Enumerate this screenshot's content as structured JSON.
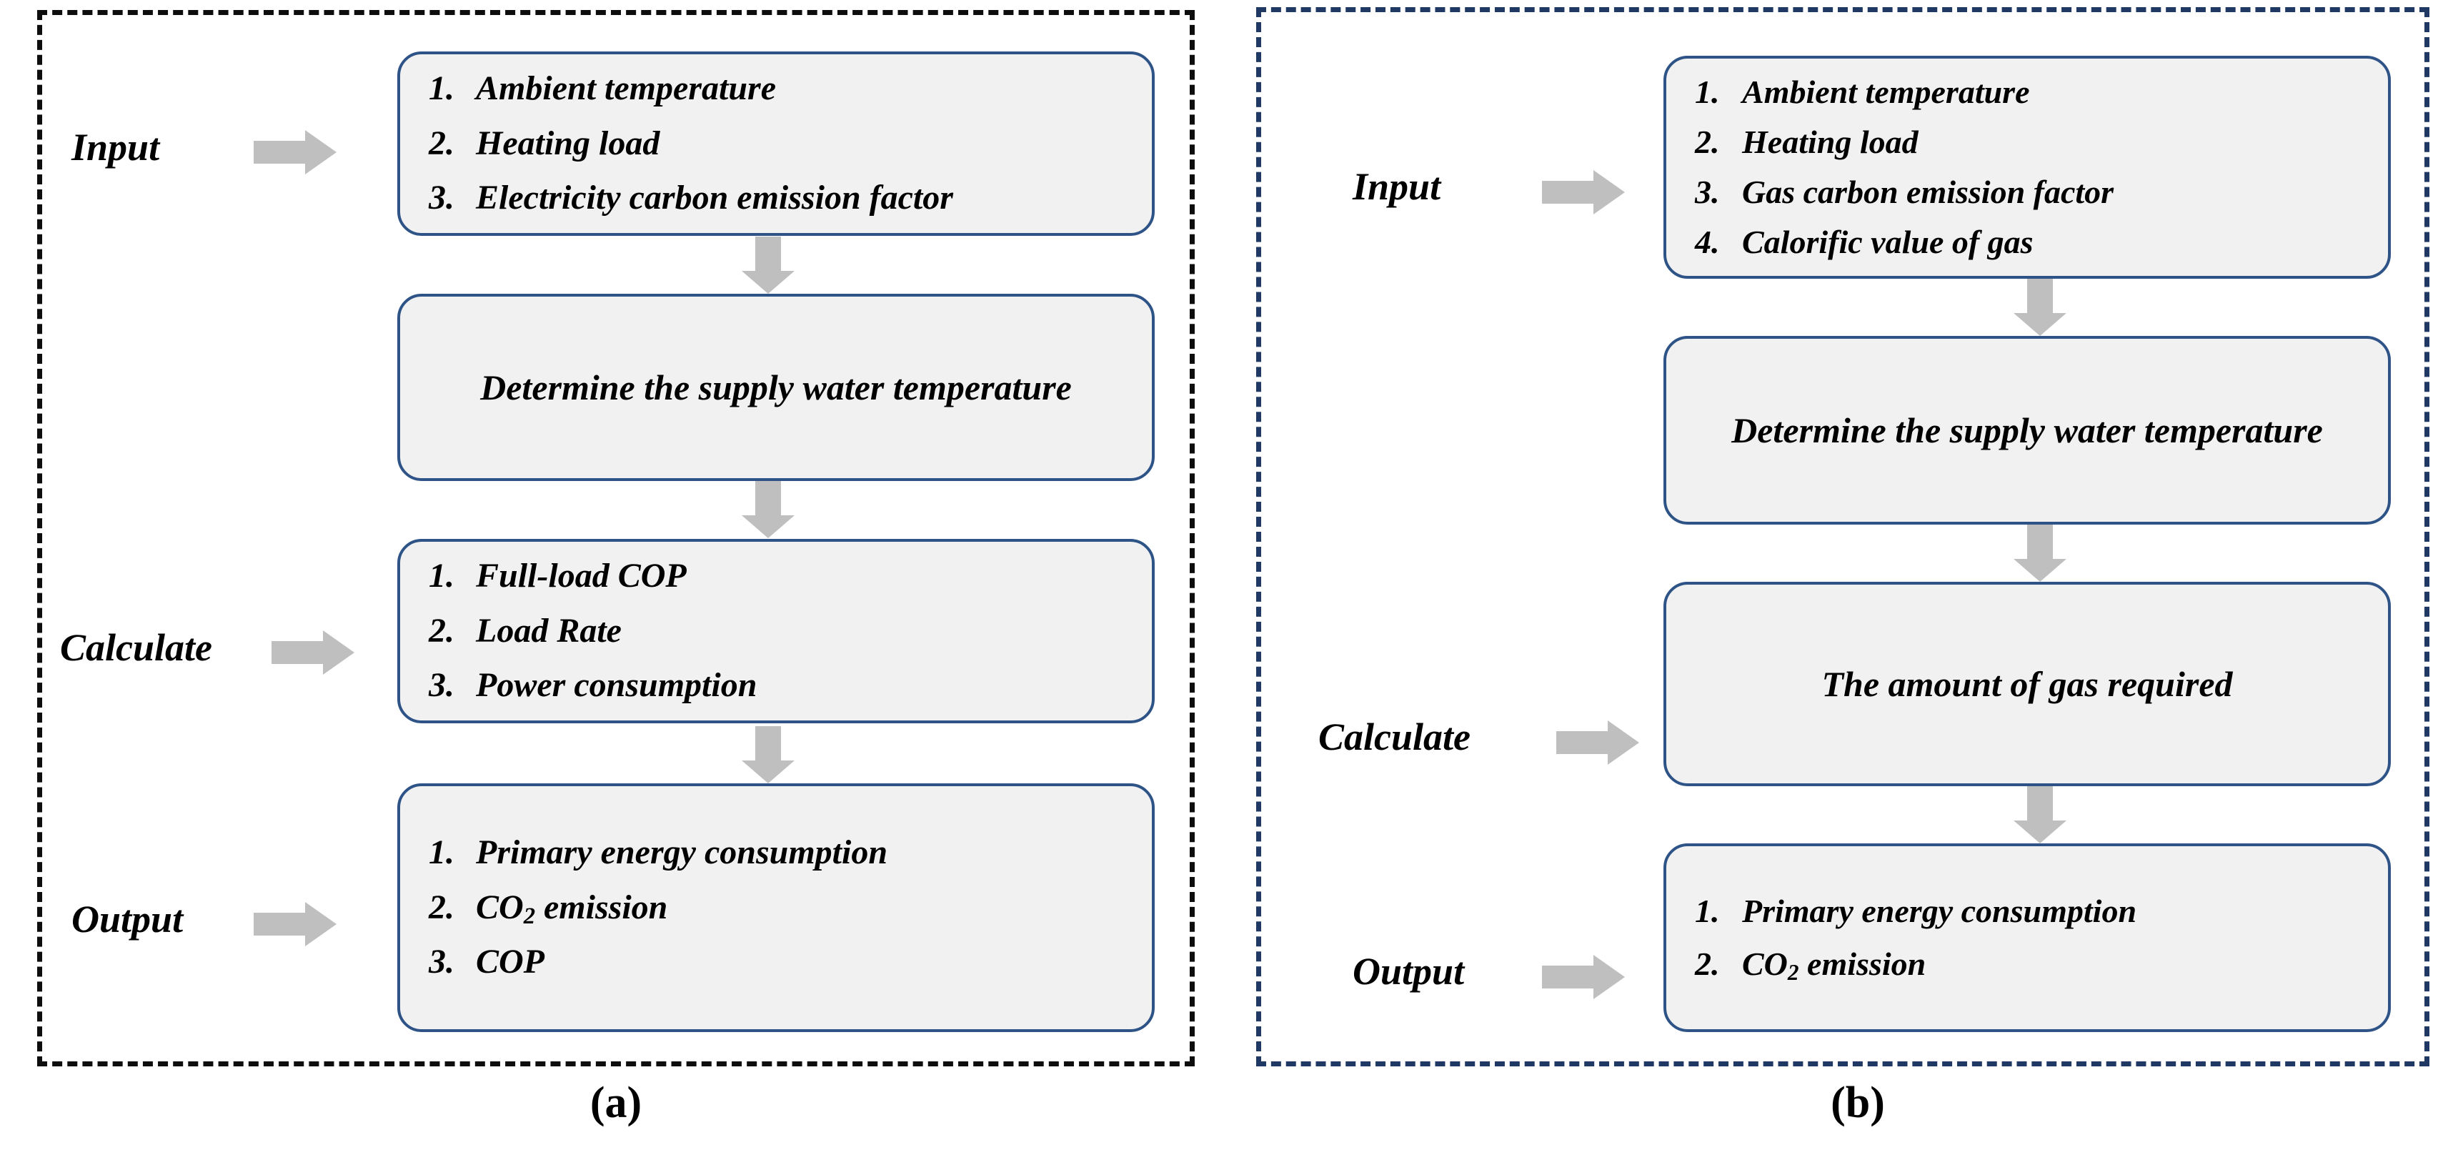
{
  "figure": {
    "background_color": "#ffffff",
    "box_fill_color": "#f1f1f1",
    "box_border_color": "#2e5387",
    "arrow_color": "#bfbfbf",
    "panel_a_border_color": "#0d0d0d",
    "panel_b_border_color": "#1f3864"
  },
  "panels": [
    {
      "id": "a",
      "caption": "(a)",
      "stages": [
        {
          "label": "Input"
        },
        {
          "label": "Calculate"
        },
        {
          "label": "Output"
        }
      ],
      "boxes": [
        {
          "kind": "list",
          "items": [
            {
              "num": "1.",
              "text": "Ambient temperature"
            },
            {
              "num": "2.",
              "text": "Heating load"
            },
            {
              "num": "3.",
              "text": "Electricity carbon emission factor"
            }
          ]
        },
        {
          "kind": "single",
          "text": "Determine the supply water temperature"
        },
        {
          "kind": "list",
          "items": [
            {
              "num": "1.",
              "text": "Full-load COP"
            },
            {
              "num": "2.",
              "text": "Load Rate"
            },
            {
              "num": "3.",
              "text": "Power consumption"
            }
          ]
        },
        {
          "kind": "list",
          "items": [
            {
              "num": "1.",
              "text": "Primary energy consumption"
            },
            {
              "num": "2.",
              "text": "CO2 emission",
              "sub_base": "CO",
              "sub_script": "2",
              "sub_tail": " emission"
            },
            {
              "num": "3.",
              "text": "COP"
            }
          ]
        }
      ]
    },
    {
      "id": "b",
      "caption": "(b)",
      "stages": [
        {
          "label": "Input"
        },
        {
          "label": "Calculate"
        },
        {
          "label": "Output"
        }
      ],
      "boxes": [
        {
          "kind": "list",
          "items": [
            {
              "num": "1.",
              "text": "Ambient temperature"
            },
            {
              "num": "2.",
              "text": "Heating load"
            },
            {
              "num": "3.",
              "text": "Gas carbon emission factor"
            },
            {
              "num": "4.",
              "text": "Calorific value of gas"
            }
          ]
        },
        {
          "kind": "single",
          "text": "Determine the supply water temperature"
        },
        {
          "kind": "single",
          "text": "The amount of gas required"
        },
        {
          "kind": "list",
          "items": [
            {
              "num": "1.",
              "text": "Primary energy consumption"
            },
            {
              "num": "2.",
              "text": "CO2 emission",
              "sub_base": "CO",
              "sub_script": "2",
              "sub_tail": " emission"
            }
          ]
        }
      ]
    }
  ],
  "icons": {
    "right_arrow": "right-block-arrow-icon",
    "down_arrow": "down-block-arrow-icon"
  }
}
